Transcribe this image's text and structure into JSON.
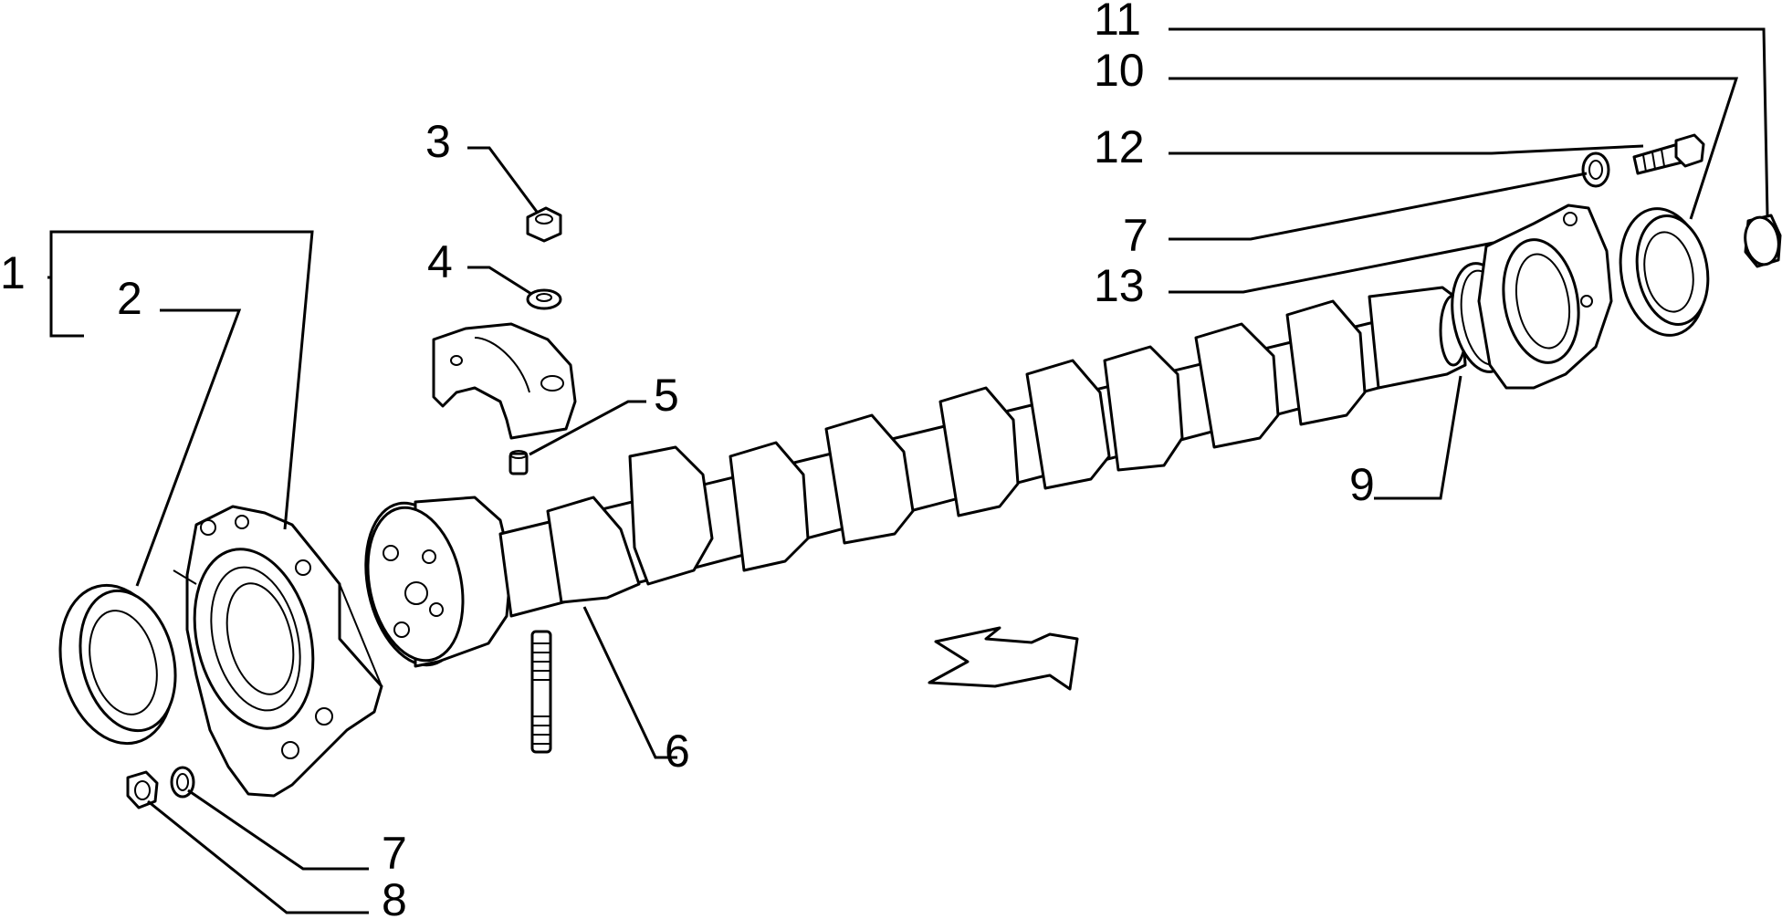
{
  "diagram": {
    "callouts": [
      {
        "id": "c1",
        "label": "1"
      },
      {
        "id": "c2",
        "label": "2"
      },
      {
        "id": "c3",
        "label": "3"
      },
      {
        "id": "c4",
        "label": "4"
      },
      {
        "id": "c5",
        "label": "5"
      },
      {
        "id": "c6",
        "label": "6"
      },
      {
        "id": "c7a",
        "label": "7"
      },
      {
        "id": "c8",
        "label": "8"
      },
      {
        "id": "c9",
        "label": "9"
      },
      {
        "id": "c10",
        "label": "10"
      },
      {
        "id": "c11",
        "label": "11"
      },
      {
        "id": "c12",
        "label": "12"
      },
      {
        "id": "c7b",
        "label": "7"
      },
      {
        "id": "c13",
        "label": "13"
      }
    ]
  }
}
